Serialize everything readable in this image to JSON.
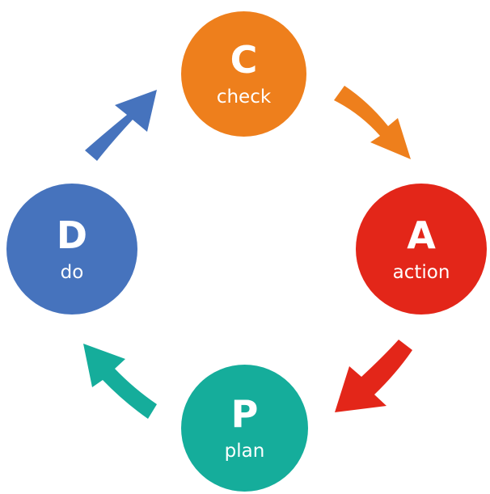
{
  "cycle": {
    "nodes": [
      {
        "key": "check",
        "letter": "C",
        "label": "check",
        "color": "#ee7f1c"
      },
      {
        "key": "action",
        "letter": "A",
        "label": "action",
        "color": "#e32619"
      },
      {
        "key": "plan",
        "letter": "P",
        "label": "plan",
        "color": "#15ad9b"
      },
      {
        "key": "do",
        "letter": "D",
        "label": "do",
        "color": "#4673bd"
      }
    ],
    "arrows": [
      {
        "from": "do",
        "to": "check",
        "color": "#4673bd"
      },
      {
        "from": "check",
        "to": "action",
        "color": "#ee7f1c"
      },
      {
        "from": "action",
        "to": "plan",
        "color": "#e32619"
      },
      {
        "from": "plan",
        "to": "do",
        "color": "#15ad9b"
      }
    ]
  }
}
